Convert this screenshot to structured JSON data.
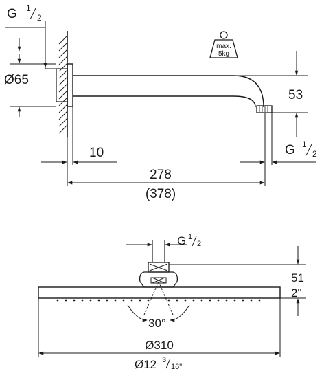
{
  "side_view": {
    "thread_wall": {
      "base": "G",
      "num": "1",
      "den": "2"
    },
    "flange_diameter": "Ø65",
    "height_dim": "53",
    "thread_outlet": {
      "base": "G",
      "num": "1",
      "den": "2"
    },
    "wall_offset": "10",
    "arm_length": "278",
    "arm_length_alt": "(378)",
    "weight_label": {
      "line1": "max.",
      "line2": "5kg"
    }
  },
  "head_view": {
    "thread_top": {
      "base": "G",
      "num": "1",
      "den": "2"
    },
    "height_mm": "51",
    "height_in": "2\"",
    "tilt_angle": "30°",
    "diameter_mm": "Ø310",
    "diameter_in": {
      "prefix": "Ø12",
      "num": "3",
      "den": "16\""
    }
  },
  "colors": {
    "line": "#1a1a1a",
    "hatch": "#1a1a1a",
    "background": "#ffffff"
  }
}
